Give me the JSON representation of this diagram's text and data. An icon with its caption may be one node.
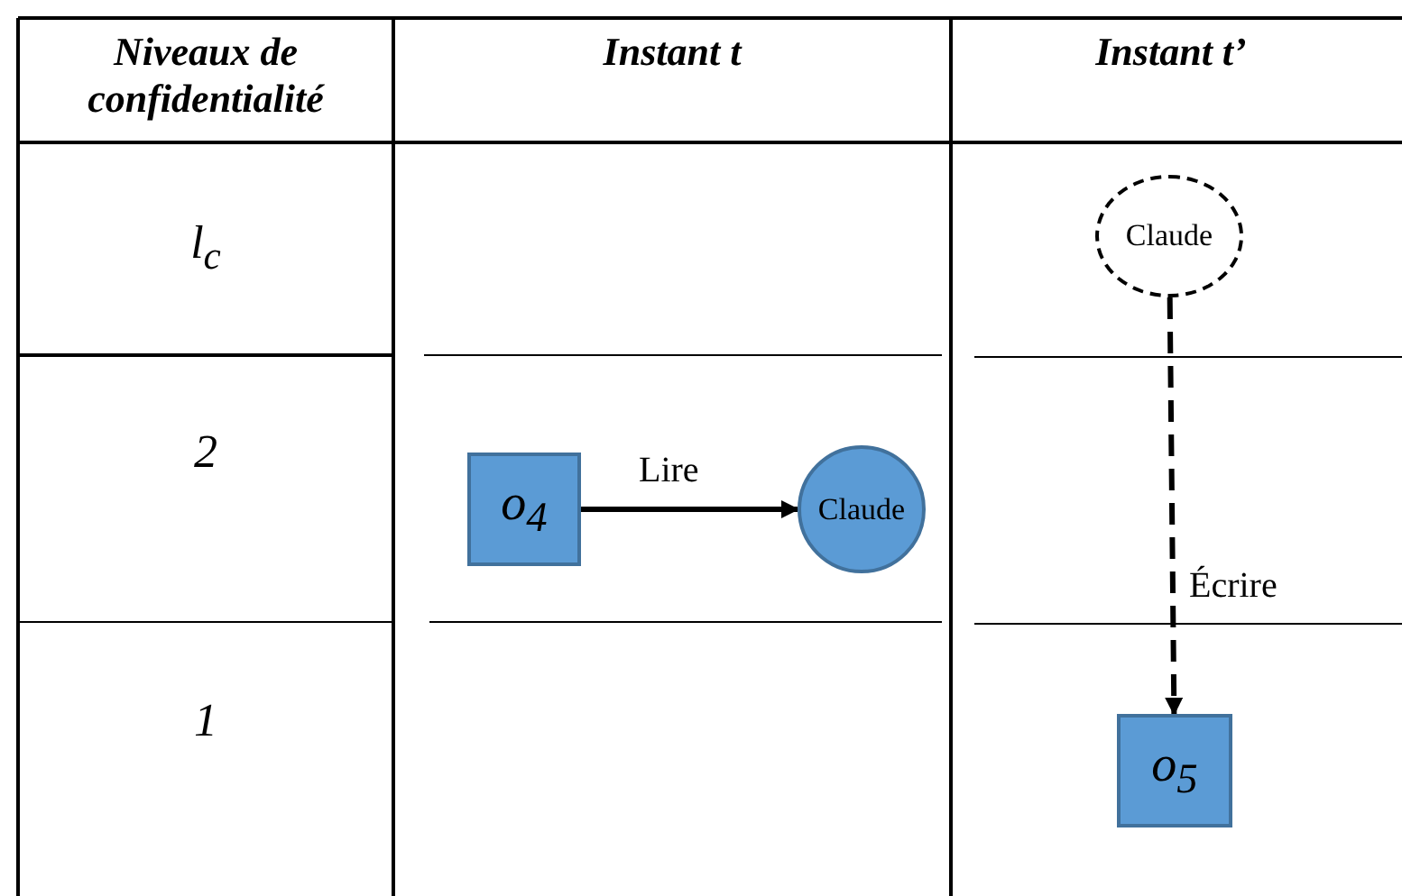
{
  "diagram": {
    "nodes": [
      {
        "text": [
          "o$_{4}$"
        ]
      },
      {
        "text": [
          "Claude"
        ]
      },
      {
        "text": [
          "Claude"
        ]
      },
      {
        "text": [
          "o$_{5}$"
        ]
      }
    ],
    "edges": [
      {
        "from": 0,
        "to": 1,
        "arrow": "to",
        "label": "Lire"
      },
      {
        "from": 2,
        "to": 3,
        "arrow": "to",
        "label": "Écrire",
        "style": "dashed"
      }
    ],
    "labels": [
      "Niveaux de confidentialité",
      "Instant t",
      "Instant t’",
      "l$_{c}$",
      "2",
      "1"
    ]
  }
}
